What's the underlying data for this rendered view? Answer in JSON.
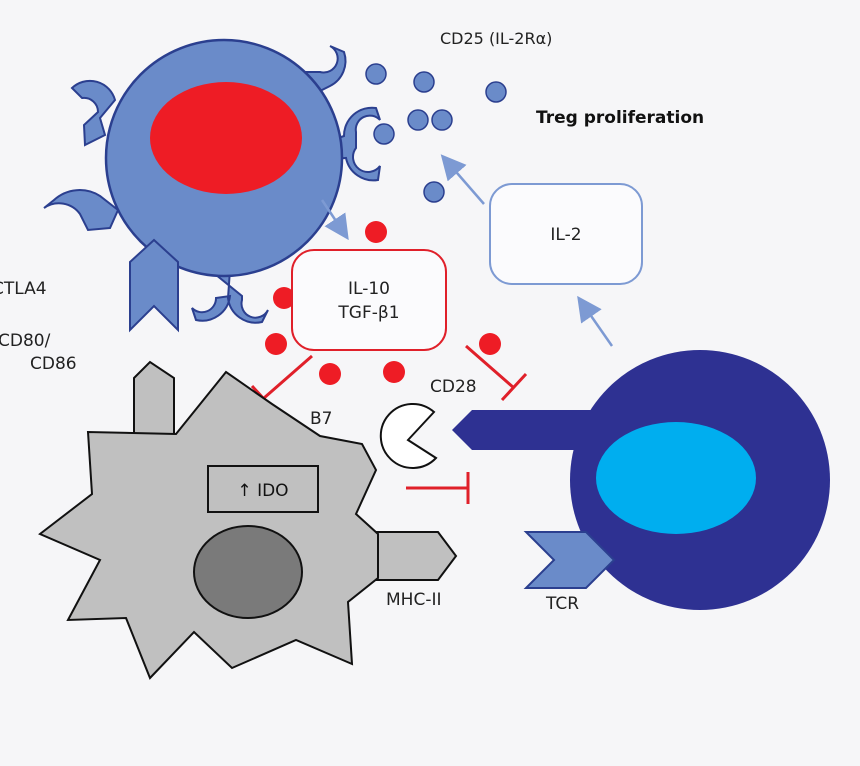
{
  "labels": {
    "cd25": "CD25 (IL-2Rα)",
    "treg_proliferation": "Treg proliferation",
    "il2": "IL-2",
    "il10": "IL-10",
    "tgfb1": "TGF-β1",
    "ctla4": "CTLA4",
    "cd80": "CD80/",
    "cd86": "CD86",
    "b7": "B7",
    "cd28": "CD28",
    "ido": "↑ IDO",
    "mhc2": "MHC-II",
    "tcr": "TCR"
  },
  "colors": {
    "treg_body": "#6a8bc9",
    "treg_outline": "#2b3f8f",
    "treg_nucleus": "#ee1c25",
    "tcell_body": "#2e3192",
    "tcell_nucleus": "#00aeef",
    "dc_body": "#c0c0c0",
    "dc_nucleus": "#7a7a7a",
    "inhibit": "#e0202a",
    "arrow": "#7d9ad3"
  }
}
